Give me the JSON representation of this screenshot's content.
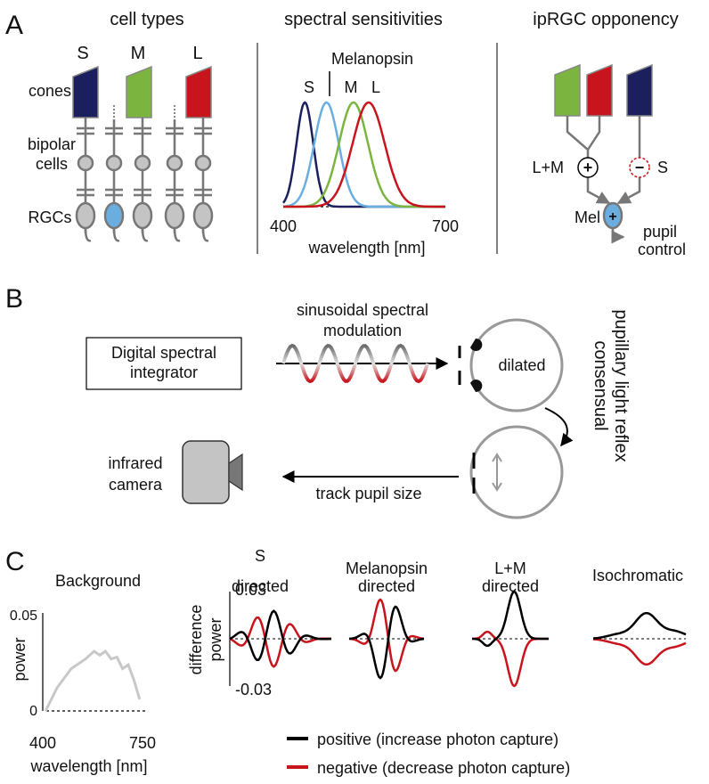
{
  "panel_a": {
    "letter": "A",
    "col1_title": "cell types",
    "col2_title": "spectral sensitivities",
    "col3_title": "ipRGC opponency",
    "cone_labels": [
      "S",
      "M",
      "L"
    ],
    "row_labels": [
      "cones",
      "bipolar",
      "cells",
      "RGCs"
    ],
    "curve_labels": {
      "melanopsin": "Melanopsin",
      "s": "S",
      "m": "M",
      "l": "L"
    },
    "x_ticks": [
      "400",
      "700"
    ],
    "x_label": "wavelength [nm]",
    "opponency": {
      "lm_label": "L+M",
      "plus_sign": "+",
      "minus_sign": "−",
      "s_label": "S",
      "mel_label": "Mel",
      "mel_sign": "+",
      "pupil1": "pupil",
      "pupil2": "control"
    },
    "colors": {
      "s_cone": "#1b1f5e",
      "m_cone": "#7bb540",
      "l_cone": "#c8141c",
      "melanopsin": "#6aaee0",
      "cell_gray": "#bdbdbd"
    }
  },
  "panel_b": {
    "letter": "B",
    "box_line1": "Digital spectral",
    "box_line2": "integrator",
    "mod_line1": "sinusoidal spectral",
    "mod_line2": "modulation",
    "eye_label": "dilated",
    "reflex_line1": "consensual",
    "reflex_line2": "pupillary light reflex",
    "camera_line1": "infrared",
    "camera_line2": "camera",
    "track_label": "track pupil size"
  },
  "panel_c": {
    "letter": "C",
    "background_title": "Background",
    "bg_y_label": "power",
    "bg_y_ticks": [
      "0.05",
      "0"
    ],
    "bg_x_ticks": [
      "400",
      "750"
    ],
    "bg_x_label": "wavelength [nm]",
    "diff_y_label1": "difference",
    "diff_y_label2": "power",
    "diff_y_ticks": [
      "0.03",
      "-0.03"
    ],
    "modulation_titles": [
      {
        "line1": "S",
        "line2": "directed"
      },
      {
        "line1": "Melanopsin",
        "line2": "directed"
      },
      {
        "line1": "L+M",
        "line2": "directed"
      },
      {
        "line1": "Isochromatic",
        "line2": ""
      }
    ],
    "legend": [
      {
        "label": "positive (increase photon capture)",
        "color": "#000000"
      },
      {
        "label": "negative (decrease photon capture)",
        "color": "#c8141c"
      }
    ]
  },
  "chart_data": [
    {
      "type": "line",
      "x_ticks": [
        "400",
        "700"
      ],
      "xlabel": "wavelength [nm]",
      "series": [
        {
          "name": "S",
          "peak_nm": 440,
          "color": "#1b1f5e"
        },
        {
          "name": "Melanopsin",
          "peak_nm": 480,
          "color": "#6aaee0"
        },
        {
          "name": "M",
          "peak_nm": 530,
          "color": "#7bb540"
        },
        {
          "name": "L",
          "peak_nm": 558,
          "color": "#c8141c"
        }
      ]
    },
    {
      "type": "line",
      "title": "Background",
      "ylabel": "power",
      "xlabel": "wavelength [nm]",
      "xlim": [
        400,
        750
      ],
      "ylim": [
        0,
        0.05
      ],
      "x": [
        410,
        450,
        500,
        550,
        580,
        600,
        620,
        640,
        660,
        680,
        700,
        720,
        740
      ],
      "y": [
        0.0,
        0.012,
        0.022,
        0.027,
        0.031,
        0.029,
        0.031,
        0.027,
        0.028,
        0.022,
        0.024,
        0.016,
        0.006
      ]
    }
  ]
}
